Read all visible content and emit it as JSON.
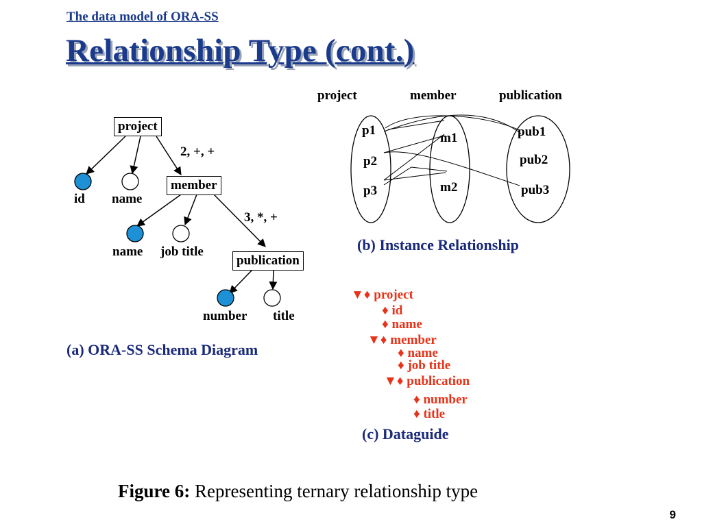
{
  "header": {
    "subtitle": "The data model of ORA-SS",
    "title": "Relationship Type (cont.)"
  },
  "schema": {
    "project_box": "project",
    "member_box": "member",
    "publication_box": "publication",
    "rel1_label": "2, +, +",
    "rel2_label": "3, *, +",
    "attr_id": "id",
    "attr_name": "name",
    "attr_member_name": "name",
    "attr_job_title": "job title",
    "attr_number": "number",
    "attr_title": "title",
    "caption": "(a) ORA-SS Schema Diagram",
    "key_color": "#1e90d6"
  },
  "instance": {
    "col_project": "project",
    "col_member": "member",
    "col_publication": "publication",
    "projects": [
      "p1",
      "p2",
      "p3"
    ],
    "members": [
      "m1",
      "m2"
    ],
    "publications": [
      "pub1",
      "pub2",
      "pub3"
    ],
    "caption": "(b) Instance Relationship"
  },
  "dataguide": {
    "items": [
      "▼♦ project",
      "♦ id",
      "♦ name",
      "▼♦ member",
      "♦ name",
      "♦ job title",
      "▼♦ publication",
      "♦ number",
      "♦ title"
    ],
    "caption": "(c) Dataguide",
    "color": "#e8331a"
  },
  "footer": {
    "figure_label": "Figure 6:",
    "figure_text": " Representing ternary relationship type",
    "page_number": "9"
  }
}
